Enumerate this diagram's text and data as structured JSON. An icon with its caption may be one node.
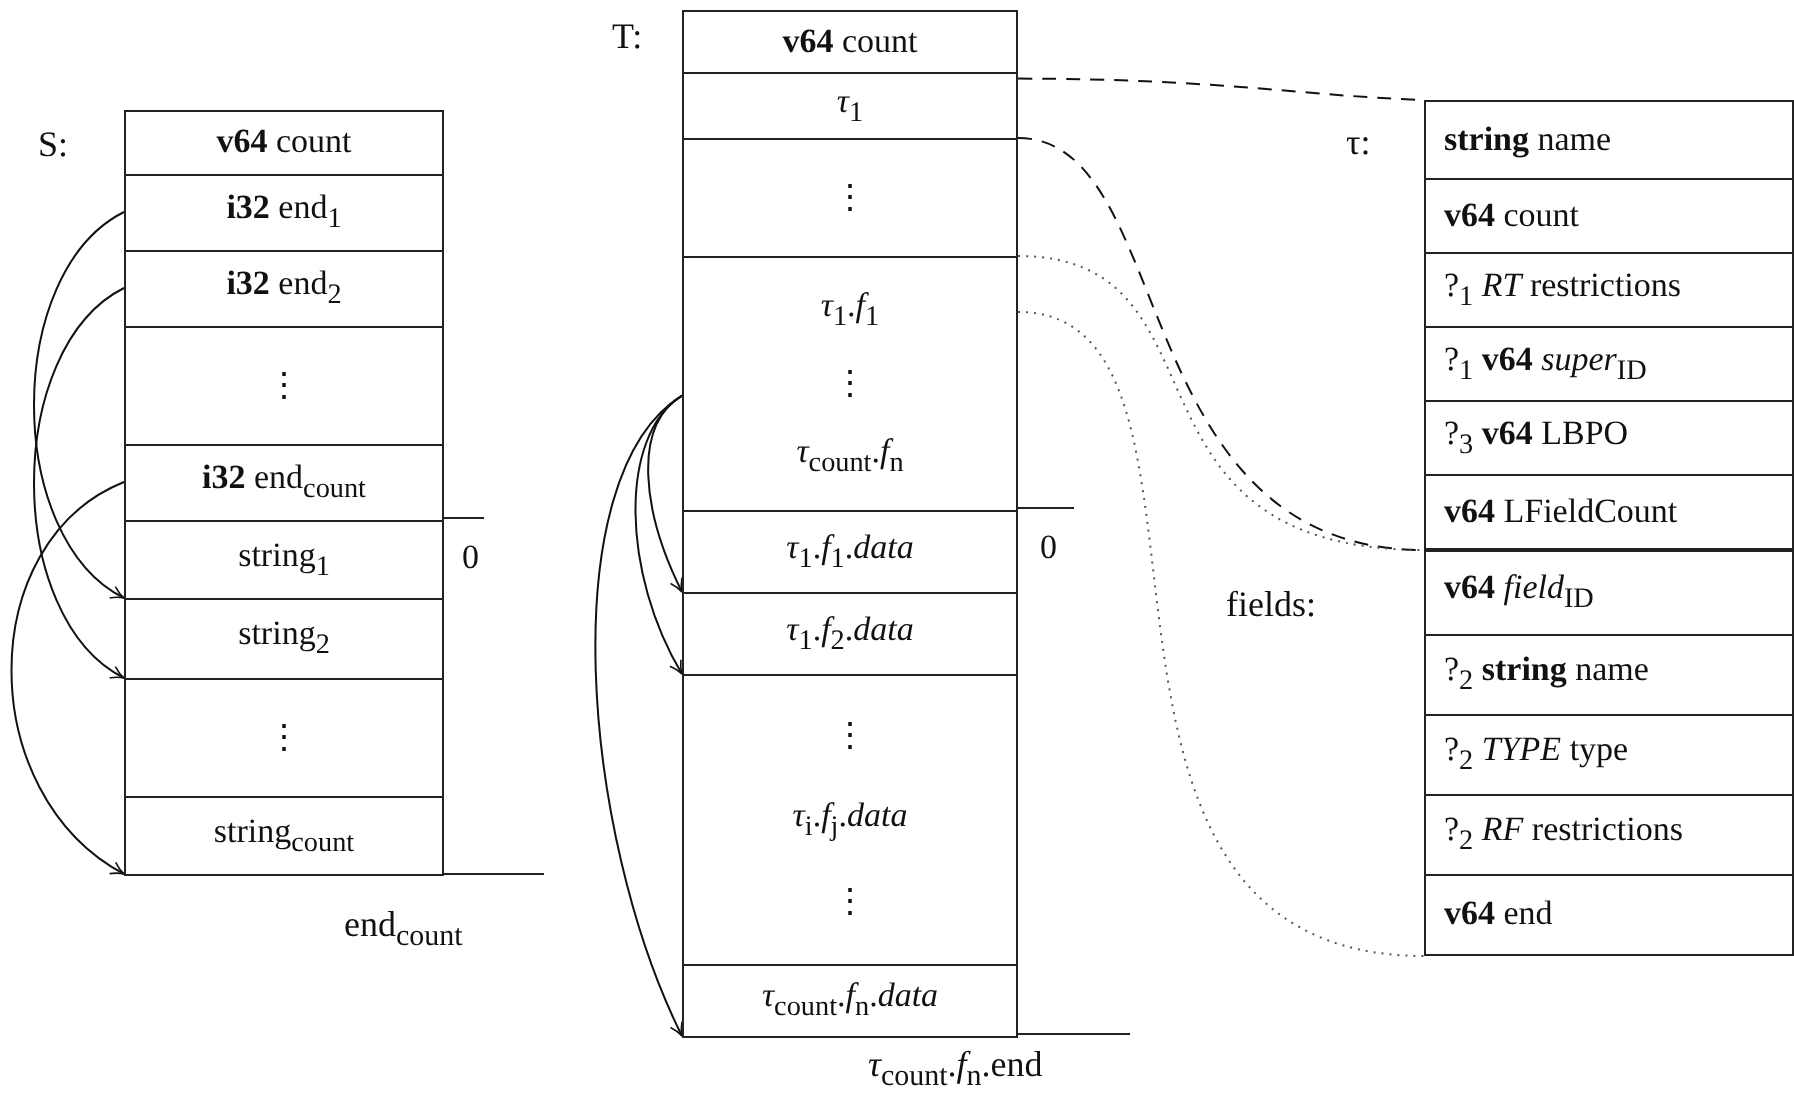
{
  "diagram": {
    "nodes": [
      {
        "text": [
          "S:"
        ]
      },
      {
        "text": [
          "**v64** count"
        ],
        "in": 0
      },
      {
        "text": [
          "**i32** end$_{1}$"
        ],
        "in": 0
      },
      {
        "text": [
          "**i32** end$_{2}$"
        ],
        "in": 0
      },
      {
        "text": [
          "⋮"
        ],
        "in": 0
      },
      {
        "text": [
          "**i32** end$_{count}$"
        ],
        "in": 0
      },
      {
        "text": [
          "string$_{1}$"
        ],
        "in": 0,
        "beside": [
          "0"
        ]
      },
      {
        "text": [
          "string$_{2}$"
        ],
        "in": 0
      },
      {
        "text": [
          "⋮"
        ],
        "in": 0
      },
      {
        "text": [
          "string$_{count}$"
        ],
        "in": 0
      },
      {
        "text": [
          "T:"
        ]
      },
      {
        "text": [
          "**v64** count"
        ],
        "in": 10
      },
      {
        "text": [
          "*τ*$_{1}$"
        ],
        "in": 10
      },
      {
        "text": [
          "⋮"
        ],
        "in": 10
      },
      {
        "text": [
          "*τ*$_{1}$.*f*$_{1}$",
          "⋮",
          "*τ*$_{count}$.*f*$_{n}$"
        ],
        "in": 10
      },
      {
        "text": [
          "*τ*$_{1}$.*f*$_{1}$.*data*"
        ],
        "in": 10,
        "beside": [
          "0"
        ]
      },
      {
        "text": [
          "*τ*$_{1}$.*f*$_{2}$.*data*"
        ],
        "in": 10
      },
      {
        "text": [
          "⋮",
          "*τ*$_{i}$.*f*$_{j}$.*data*",
          "⋮"
        ],
        "in": 10
      },
      {
        "text": [
          "*τ*$_{count}$.*f*$_{n}$.*data*"
        ],
        "in": 10
      },
      {
        "text": [
          "τ:"
        ]
      },
      {
        "text": [
          "**string** name"
        ],
        "in": 19
      },
      {
        "text": [
          "**v64** count"
        ],
        "in": 19
      },
      {
        "text": [
          "?$_{1}$ *RT* restrictions"
        ],
        "in": 19
      },
      {
        "text": [
          "?$_{1}$ **v64** *super*$_{ID}$"
        ],
        "in": 19
      },
      {
        "text": [
          "?$_{3}$ **v64** LBPO"
        ],
        "in": 19
      },
      {
        "text": [
          "**v64** LFieldCount"
        ],
        "in": 19
      },
      {
        "text": [
          "fields:"
        ]
      },
      {
        "text": [
          "**v64** *field*$_{ID}$"
        ],
        "in": 26
      },
      {
        "text": [
          "?$_{2}$ **string** name"
        ],
        "in": 26
      },
      {
        "text": [
          "?$_{2}$ *TYPE* type"
        ],
        "in": 26
      },
      {
        "text": [
          "?$_{2}$ *RF* restrictions"
        ],
        "in": 26
      },
      {
        "text": [
          "**v64** end"
        ],
        "in": 26
      }
    ],
    "edges": [
      {
        "from": 2,
        "to": 7,
        "arrow": "to"
      },
      {
        "from": 3,
        "to": 8,
        "arrow": "to"
      },
      {
        "from": 5,
        "to": 9,
        "arrow": "to"
      },
      {
        "from": 14,
        "to": 16,
        "arrow": "to"
      },
      {
        "from": 14,
        "to": 17,
        "arrow": "to"
      },
      {
        "from": 14,
        "to": 18,
        "arrow": "to"
      },
      {
        "from": 12,
        "to": 19,
        "arrow": "none",
        "style": "dashed"
      },
      {
        "from": 12,
        "to": 19,
        "arrow": "none",
        "style": "dashed"
      },
      {
        "from": 14,
        "to": 26,
        "arrow": "none",
        "style": "dashed",
        "color": "#555555"
      },
      {
        "from": 14,
        "to": 26,
        "arrow": "none",
        "style": "dashed",
        "color": "#555555"
      }
    ],
    "labels": [
      "end$_{count}$",
      "*τ*$_{count}$.*f*$_{n}$.end"
    ]
  }
}
